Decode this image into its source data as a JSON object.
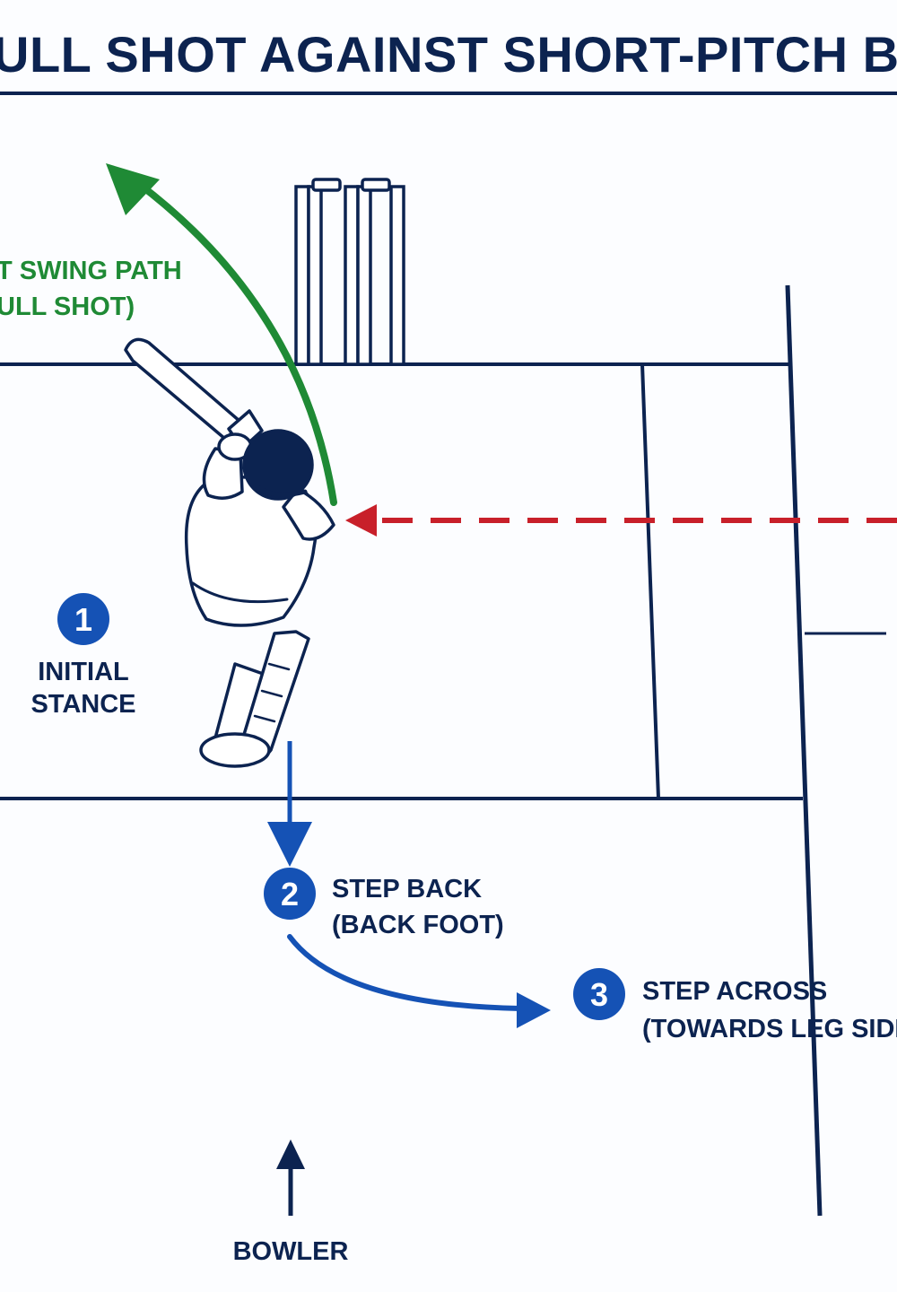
{
  "title": "ULL SHOT AGAINST SHORT-PITCH BOW",
  "swing_path": {
    "line1": "T SWING PATH",
    "line2": "ULL SHOT)"
  },
  "steps": [
    {
      "number": "1",
      "line1": "INITIAL",
      "line2": "STANCE"
    },
    {
      "number": "2",
      "line1": "STEP BACK",
      "line2": "(BACK FOOT)"
    },
    {
      "number": "3",
      "line1": "STEP ACROSS",
      "line2": "(TOWARDS LEG SIDE)"
    }
  ],
  "bowler_label": "BOWLER",
  "colors": {
    "navy": "#0c2350",
    "step_blue": "#1552b5",
    "swing_green": "#1f8a35",
    "ball_red": "#c8202a"
  }
}
